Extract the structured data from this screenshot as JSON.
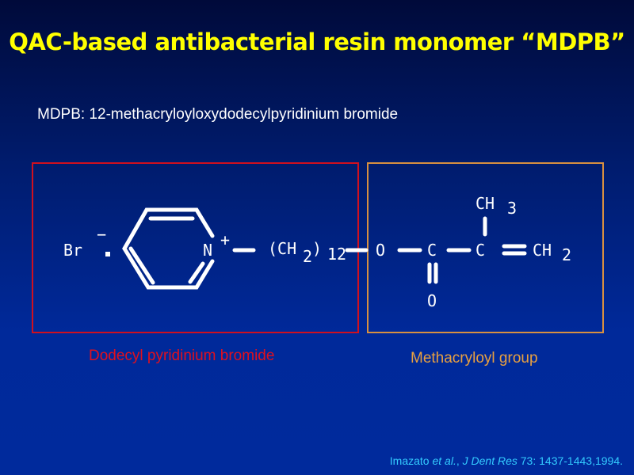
{
  "title": "QAC-based antibacterial resin monomer “MDPB”",
  "subtitle": "MDPB: 12-methacryloyloxydodecylpyridinium bromide",
  "structure": {
    "br": "Br",
    "minus": "−",
    "n": "N",
    "plus": "+",
    "ch2": "(CH",
    "ch2_sub": "2",
    "ch2_close": ")",
    "n12": "12",
    "o": "O",
    "c1": "C",
    "c2": "C",
    "ch3": "CH",
    "ch3_sub": "3",
    "ch2_end": "CH",
    "ch2_end_sub": "2",
    "o_carbonyl": "O"
  },
  "labels": {
    "left": "Dodecyl pyridinium bromide",
    "right": "Methacryloyl group"
  },
  "colors": {
    "left": "#e0101e",
    "right": "#e8a040",
    "title": "#ffff00"
  },
  "citation": {
    "author": "Imazato ",
    "etal": "et al.",
    ", ": ", ",
    "journal": "J Dent Res",
    "rest": " 73: 1437-1443,1994."
  }
}
